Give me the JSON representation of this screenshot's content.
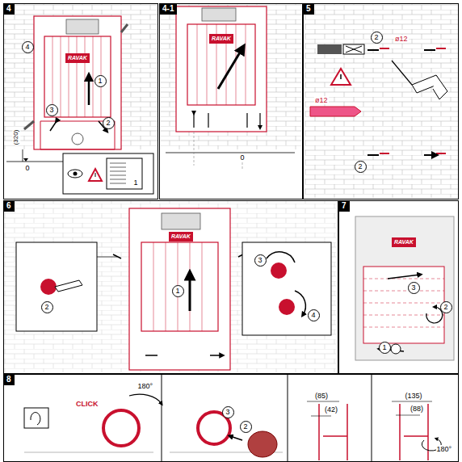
{
  "diagram": {
    "nodes": [
      {
        "text": [
          "4"
        ]
      },
      {
        "text": [
          "4-1"
        ]
      },
      {
        "text": [
          "5"
        ]
      },
      {
        "text": [
          "6"
        ]
      },
      {
        "text": [
          "7"
        ]
      },
      {
        "text": [
          "8"
        ]
      }
    ],
    "labels": [
      "RAVAK",
      "4",
      "1",
      "3",
      "2",
      "(320)",
      "0",
      "1",
      "RAVAK",
      "0",
      "2",
      "ø12",
      "ø12",
      "2",
      "RAVAK",
      "1",
      "2",
      "3",
      "4",
      "RAVAK",
      "3",
      "2",
      "1",
      "CLICK",
      "180°",
      "3",
      "2",
      "(85)",
      "(42)",
      "(135)",
      "(88)",
      "180°"
    ]
  }
}
